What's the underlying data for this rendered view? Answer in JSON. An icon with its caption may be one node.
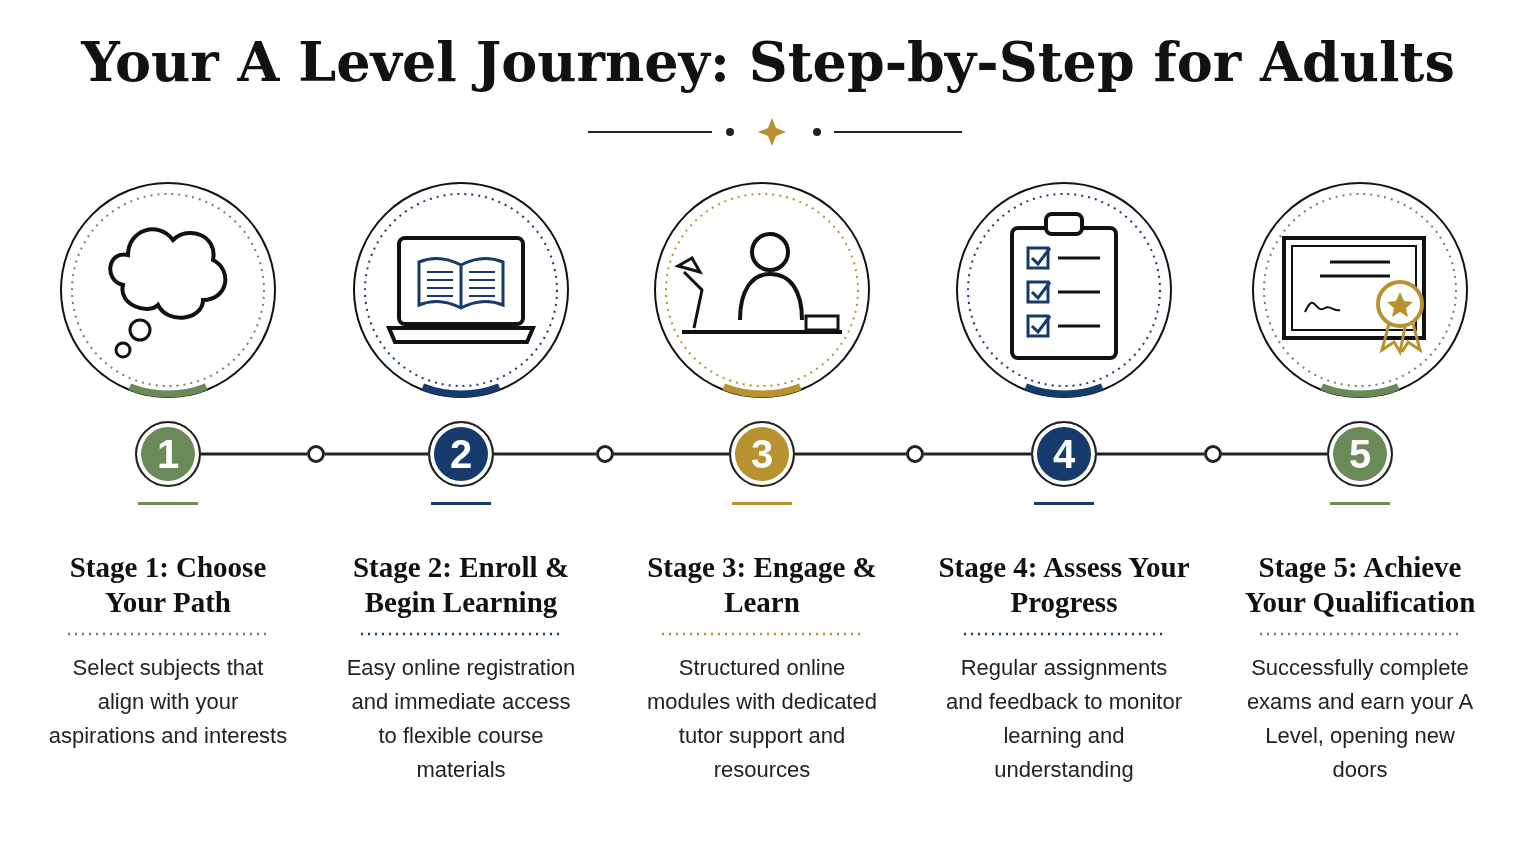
{
  "diagram": {
    "title": "Your A Level Journey: Step-by-Step for Adults",
    "nodes": [
      {
        "text": [
          "1"
        ],
        "beside": [
          "Stage 1: Choose Your Path",
          "Select subjects that align with your aspirations and interests"
        ]
      },
      {
        "text": [],
        "shape": "circle"
      },
      {
        "text": [
          "2"
        ],
        "beside": [
          "Stage 2: Enroll & Begin Learning",
          "Easy online registration and immediate access to flexible course materials"
        ]
      },
      {
        "text": [],
        "shape": "circle"
      },
      {
        "text": [
          "3"
        ],
        "beside": [
          "Stage 3: Engage & Learn",
          "Structured online modules with dedicated tutor support and resources"
        ]
      },
      {
        "text": [],
        "shape": "circle"
      },
      {
        "text": [
          "4"
        ],
        "beside": [
          "Stage 4: Assess Your Progress",
          "Regular assignments and feedback to monitor learning and understanding"
        ]
      },
      {
        "text": [],
        "shape": "circle"
      },
      {
        "text": [
          "5"
        ],
        "beside": [
          "Stage 5: Achieve Your Qualification",
          "Successfully complete exams and earn your A Level, opening new doors"
        ]
      }
    ],
    "edges": [
      {
        "from": 0,
        "to": 1,
        "arrow": "none"
      },
      {
        "from": 1,
        "to": 2,
        "arrow": "none"
      },
      {
        "from": 2,
        "to": 3,
        "arrow": "none"
      },
      {
        "from": 3,
        "to": 4,
        "arrow": "none"
      },
      {
        "from": 4,
        "to": 5,
        "arrow": "none"
      },
      {
        "from": 5,
        "to": 6,
        "arrow": "none"
      },
      {
        "from": 6,
        "to": 7,
        "arrow": "none"
      },
      {
        "from": 7,
        "to": 8,
        "arrow": "none"
      }
    ]
  }
}
